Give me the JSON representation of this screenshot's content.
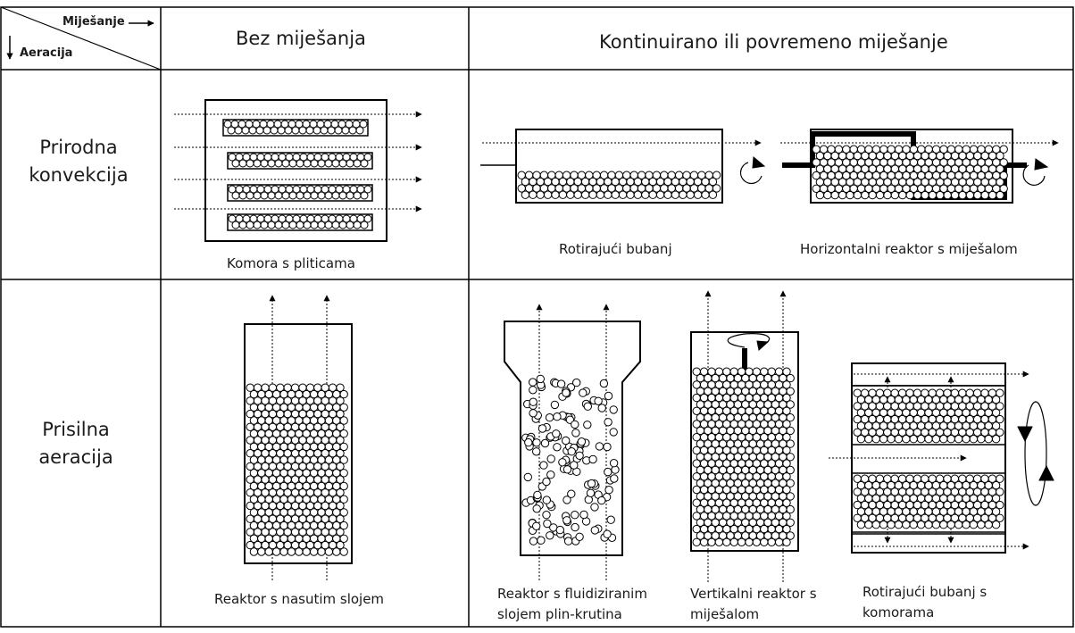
{
  "header": {
    "corner_top": "Miješanje",
    "corner_bottom": "Aeracija",
    "col_no_mixing": "Bez miješanja",
    "col_mixing": "Kontinuirano ili povremeno miješanje"
  },
  "rows": {
    "natural_line1": "Prirodna",
    "natural_line2": "konvekcija",
    "forced_line1": "Prisilna",
    "forced_line2": "aeracija"
  },
  "captions": {
    "tray_chamber": "Komora s pliticama",
    "rotating_drum": "Rotirajući bubanj",
    "horizontal_agitated": "Horizontalni reaktor s miješalom",
    "packed_bed": "Reaktor s nasutim slojem",
    "fluidized_line1": "Reaktor s fluidiziranim",
    "fluidized_line2": "slojem plin-krutina",
    "vertical_line1": "Vertikalni reaktor s",
    "vertical_line2": "miješalom",
    "chamber_drum_line1": "Rotirajući bubanj s",
    "chamber_drum_line2": "komorama"
  },
  "colors": {
    "line": "#000000",
    "text": "#1a1a1a",
    "background": "#ffffff"
  }
}
